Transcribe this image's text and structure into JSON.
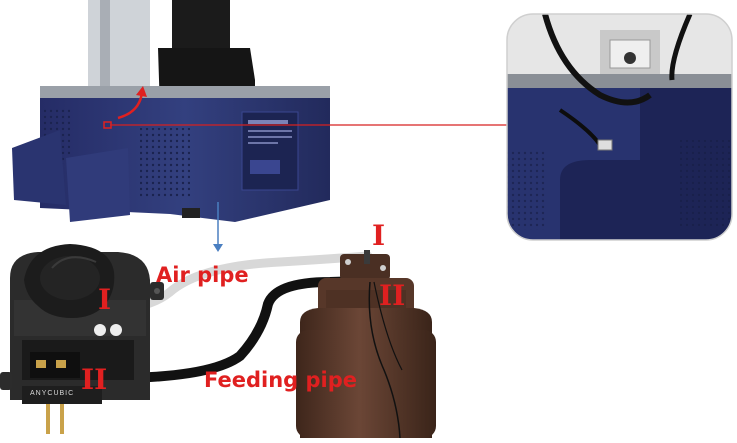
{
  "labels": {
    "air_pipe": "Air pipe",
    "feeding_pipe": "Feeding pipe",
    "roman_one": "I",
    "roman_two": "II"
  },
  "brand": {
    "pump_logo": "ANYCUBIC"
  },
  "icons": {
    "rotate_arrow": "curved-arrow-icon",
    "down_arrow": "arrow-down-icon"
  },
  "colors": {
    "label_red": "#e02020",
    "callout_line": "#d62020",
    "printer_blue": "#2b3577",
    "down_arrow": "#4a7fc1",
    "bottle_brown": "#5b3a2b",
    "air_pipe": "#d8d8d8",
    "feeding_pipe": "#111111"
  }
}
